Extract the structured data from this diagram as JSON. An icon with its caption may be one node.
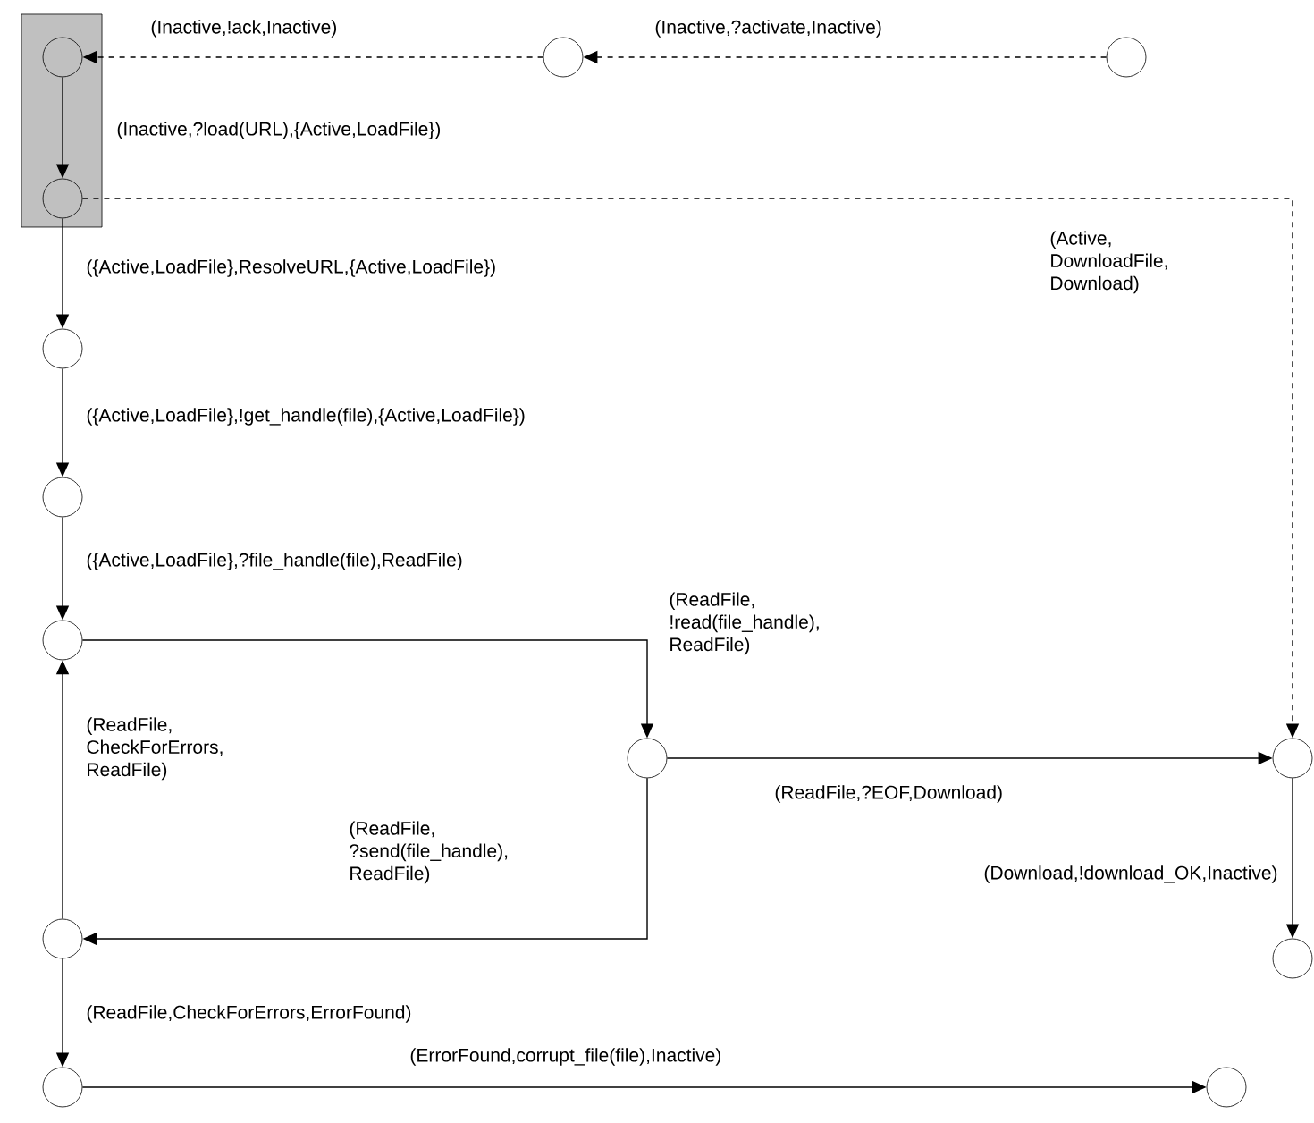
{
  "diagram": {
    "nodes": [
      {
        "text": [],
        "shape": "box"
      },
      {
        "text": [],
        "shape": "circle",
        "in": 0
      },
      {
        "text": [],
        "shape": "circle"
      },
      {
        "text": [],
        "shape": "circle"
      },
      {
        "text": [],
        "shape": "circle",
        "in": 0
      },
      {
        "text": [],
        "shape": "circle"
      },
      {
        "text": [],
        "shape": "circle"
      },
      {
        "text": [],
        "shape": "circle"
      },
      {
        "text": [],
        "shape": "circle"
      },
      {
        "text": [],
        "shape": "circle"
      },
      {
        "text": [],
        "shape": "circle"
      },
      {
        "text": [],
        "shape": "circle"
      },
      {
        "text": [],
        "shape": "circle"
      },
      {
        "text": [],
        "shape": "circle"
      }
    ],
    "edges": [
      {
        "from": 3,
        "to": 2,
        "arrow": "to",
        "label": "(Inactive,?activate,Inactive)",
        "style": "dashed"
      },
      {
        "from": 2,
        "to": 1,
        "arrow": "to",
        "label": "(Inactive,!ack,Inactive)",
        "style": "dashed"
      },
      {
        "from": 1,
        "to": 4,
        "arrow": "to",
        "label": "(Inactive,?load(URL),{Active,LoadFile})"
      },
      {
        "from": 4,
        "to": 9,
        "arrow": "to",
        "label": "(Active, DownloadFile, Download)",
        "style": "dashed"
      },
      {
        "from": 4,
        "to": 5,
        "arrow": "to",
        "label": "({Active,LoadFile},ResolveURL,{Active,LoadFile})"
      },
      {
        "from": 5,
        "to": 6,
        "arrow": "to",
        "label": "({Active,LoadFile},!get_handle(file),{Active,LoadFile})"
      },
      {
        "from": 6,
        "to": 7,
        "arrow": "to",
        "label": "({Active,LoadFile},?file_handle(file),ReadFile)"
      },
      {
        "from": 7,
        "to": 8,
        "arrow": "to",
        "label": "(ReadFile, !read(file_handle), ReadFile)"
      },
      {
        "from": 8,
        "to": 9,
        "arrow": "to",
        "label": "(ReadFile,?EOF,Download)"
      },
      {
        "from": 8,
        "to": 10,
        "arrow": "to",
        "label": "(ReadFile, ?send(file_handle), ReadFile)"
      },
      {
        "from": 10,
        "to": 7,
        "arrow": "to",
        "label": "(ReadFile, CheckForErrors, ReadFile)"
      },
      {
        "from": 9,
        "to": 11,
        "arrow": "to",
        "label": "(Download,!download_OK,Inactive)"
      },
      {
        "from": 10,
        "to": 12,
        "arrow": "to",
        "label": "(ReadFile,CheckForErrors,ErrorFound)"
      },
      {
        "from": 12,
        "to": 13,
        "arrow": "to",
        "label": "(ErrorFound,corrupt_file(file),Inactive)"
      }
    ]
  }
}
